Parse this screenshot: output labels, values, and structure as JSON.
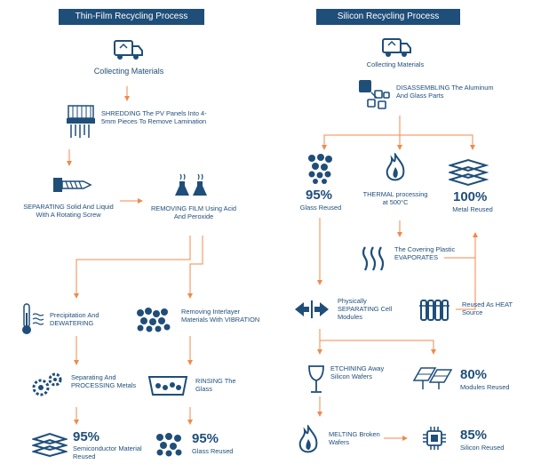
{
  "thin_film": {
    "title": "Thin-Film Recycling Process",
    "collecting": "Collecting Materials",
    "shredding": "SHREDDING The PV Panels Into 4-5mm Pieces To Remove Lamination",
    "separating": "SEPARATING Solid And Liquid With A Rotating Screw",
    "removing_film": "REMOVING FILM Using Acid And Peroxide",
    "precipitation": "Precipitation And DEWATERING",
    "removing_interlayer": "Removing Interlayer Materials With VIBRATION",
    "processing": "Separating And PROCESSING Metals",
    "rinsing": "RINSING The Glass",
    "semi_pct": "95%",
    "semi_label": "Semiconductor Material Reused",
    "glass_pct": "95%",
    "glass_label": "Glass Reused"
  },
  "silicon": {
    "title": "Silicon Recycling Process",
    "collecting": "Collecting Materials",
    "disassembling": "DISASSEMBLING The Aluminum And Glass Parts",
    "glass_pct": "95%",
    "glass_label": "Glass Reused",
    "thermal": "THERMAL processing at 500°C",
    "metal_pct": "100%",
    "metal_label": "Metal Reused",
    "evaporates": "The Covering Plastic EVAPORATES",
    "separating": "Physically SEPARATING Cell Modules",
    "heat": "Reused As HEAT Source",
    "etching": "ETCHINING Away Silicon Wafers",
    "modules_pct": "80%",
    "modules_label": "Modules Reused",
    "melting": "MELTING Broken Wafers",
    "silicon_pct": "85%",
    "silicon_label": "Silicon Reused"
  },
  "colors": {
    "navy": "#1f4e79",
    "arrow": "#f08a4b"
  },
  "icons": [
    "truck-icon",
    "shredder-icon",
    "screw-icon",
    "flasks-icon",
    "thermometer-icon",
    "crystals-icon",
    "gears-icon",
    "container-icon",
    "panels-stack-icon",
    "blocks-icon",
    "flame-icon",
    "steam-icon",
    "separate-icon",
    "radiator-icon",
    "wine-glass-icon",
    "solar-panels-icon",
    "chip-icon"
  ]
}
